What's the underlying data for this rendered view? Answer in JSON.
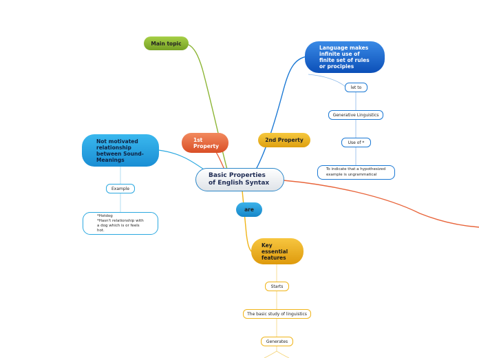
{
  "central": {
    "label": "Basic Properties\nof English Syntax"
  },
  "main_topic": {
    "label": "Main topic"
  },
  "first_property": {
    "label": "1st\nProperty"
  },
  "second_property": {
    "label": "2nd Property"
  },
  "are": {
    "label": "are"
  },
  "not_motivated": {
    "label": "Not motivated\nrelationship\nbetween Sound-\nMeanings"
  },
  "example": {
    "label": "Example"
  },
  "hotdog_note": {
    "label": "*Hotdog\n*Hasn't relationship with\na dog which is or feels\nhot."
  },
  "language_makes": {
    "label": "Language makes\ninfinite use of\nfinite set of rules\nor procipies"
  },
  "let_to": {
    "label": "let to"
  },
  "generative": {
    "label": "Generative Linguistics"
  },
  "use_of": {
    "label": "Use of *"
  },
  "indicate": {
    "label": "To indicate that a hypothesized\nexample is ungrammatical"
  },
  "key_features": {
    "label": "Key\nessential\nfeatures"
  },
  "starts": {
    "label": "Starts"
  },
  "basic_study": {
    "label": "The basic study of linguistics"
  },
  "generates": {
    "label": "Generates"
  },
  "colors": {
    "green": "#8cb534",
    "orange": "#e8643a",
    "gold": "#f0b418",
    "blue": "#1a78d4",
    "cyan": "#2aa8e0",
    "central_border": "#2a86c8"
  }
}
